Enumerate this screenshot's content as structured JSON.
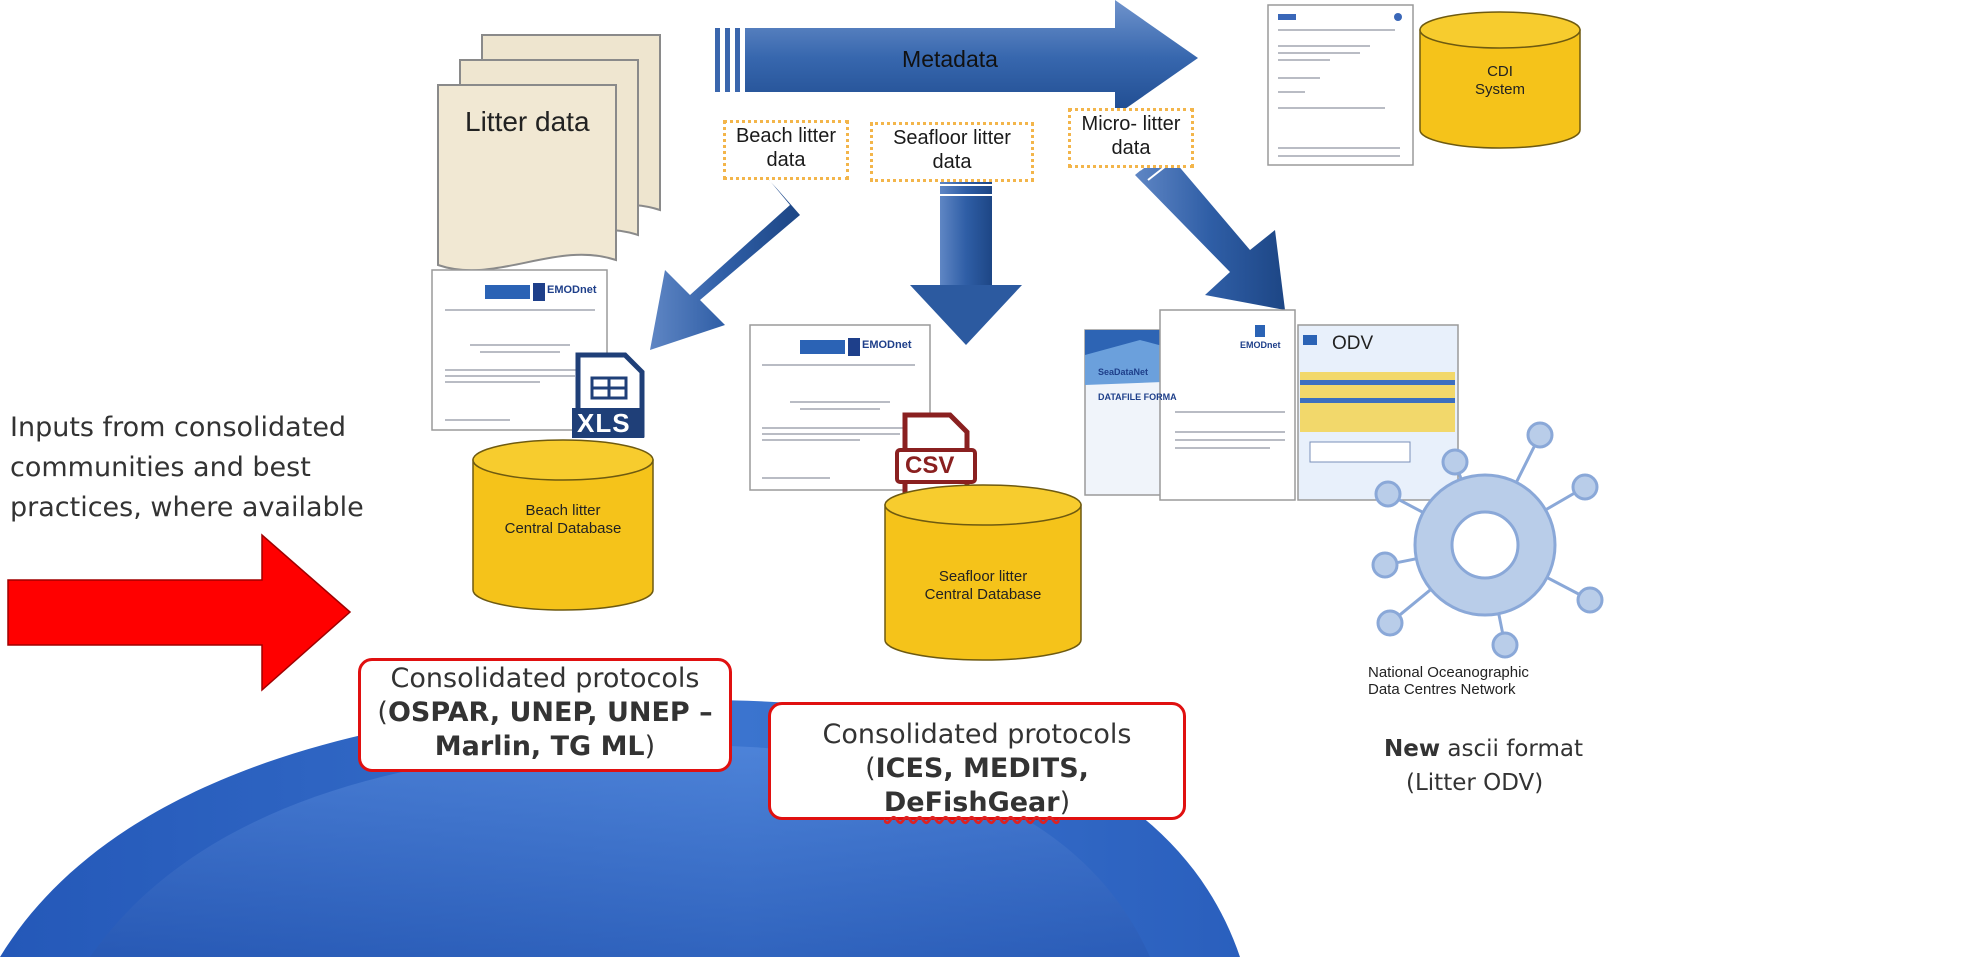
{
  "diagram": {
    "litter_data": "Litter data",
    "metadata": "Metadata",
    "beach_data": [
      "Beach litter",
      "data"
    ],
    "seafloor_data": [
      "Seafloor litter",
      "data"
    ],
    "micro_data": [
      "Micro- litter",
      "data"
    ],
    "cdi": [
      "CDI",
      "System"
    ],
    "inputs_text": [
      "Inputs from consolidated",
      "communities and best",
      "practices, where available"
    ],
    "beach_db": [
      "Beach litter",
      "Central Database"
    ],
    "seafloor_db": [
      "Seafloor litter",
      "Central Database"
    ],
    "protocol_left": {
      "line1": "Consolidated protocols",
      "open": "(",
      "bold1": "OSPAR, UNEP, UNEP –",
      "bold2": "Marlin, TG ML",
      "close": ")"
    },
    "protocol_mid": {
      "line1": "Consolidated protocols",
      "open": "(",
      "bold": "ICES, MEDITS, ",
      "bold_sq": "DeFishGear",
      "close": ")"
    },
    "xls": "XLS",
    "csv": "CSV",
    "odv": "ODV",
    "emodnet": "EMODnet",
    "seadatanet": "SeaDataNet",
    "datafile_format": "DATAFILE FORMA",
    "network": [
      "National Oceanographic",
      "Data Centres Network"
    ],
    "new_format": {
      "bold": "New",
      "rest": " ascii format",
      "line2": "(Litter ODV)"
    }
  },
  "colors": {
    "arrow_blue": "#2f5ea6",
    "db_yellow": "#f5c31a",
    "red_arrow": "#ff0000",
    "network_blue": "#b9cde9"
  }
}
